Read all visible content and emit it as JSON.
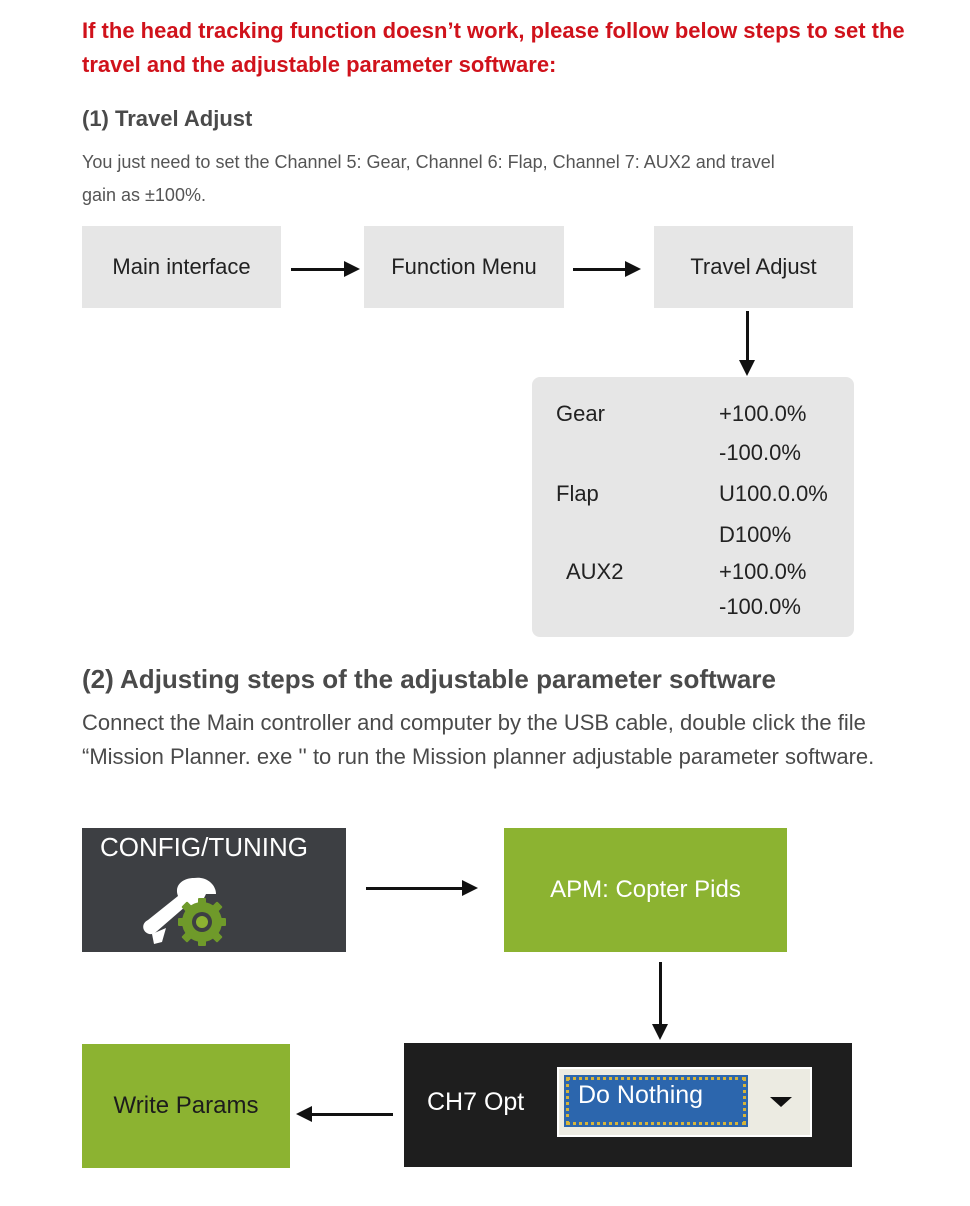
{
  "warning": "If the head tracking function doesn’t work, please follow below steps to set the travel and the adjustable parameter software:",
  "section1": {
    "title": "(1) Travel Adjust",
    "text": "You just need to set the Channel 5: Gear, Channel 6: Flap, Channel 7: AUX2 and travel gain as ±100%.",
    "flow": [
      "Main interface",
      "Function Menu",
      "Travel Adjust"
    ],
    "settings": [
      {
        "name": "Gear",
        "values": [
          "+100.0%",
          "-100.0%"
        ]
      },
      {
        "name": "Flap",
        "values": [
          "U100.0.0%",
          "D100%"
        ]
      },
      {
        "name": "AUX2",
        "values": [
          "+100.0%",
          "-100.0%"
        ]
      }
    ]
  },
  "section2": {
    "title": "(2) Adjusting steps of the adjustable parameter software",
    "text": "Connect the Main controller and computer by the USB cable, double click the file “Mission Planner. exe '' to run the Mission planner adjustable parameter software.",
    "config_label": "CONFIG/TUNING",
    "apm_label": "APM: Copter Pids",
    "ch7_label": "CH7 Opt",
    "ch7_value": "Do Nothing",
    "write_label": "Write Params"
  },
  "colors": {
    "warning": "#d0121b",
    "green": "#8cb331",
    "dark_gray": "#3d3f43",
    "black_panel": "#1e1e1e",
    "select_blue": "#2c66ad"
  },
  "icons": [
    "wrench-gear-icon",
    "chevron-down-icon"
  ]
}
